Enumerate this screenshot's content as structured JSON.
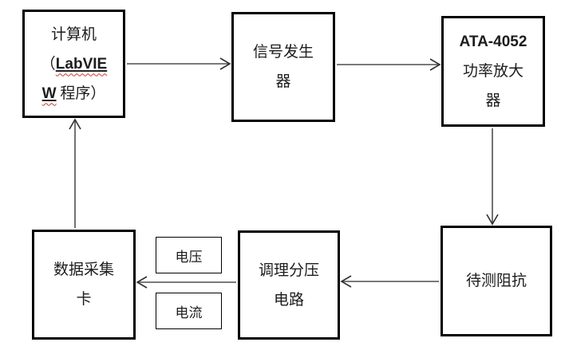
{
  "nodes": {
    "computer": {
      "line1": "计算机",
      "line2_open": "（",
      "line2_latin": "LabVIE",
      "line3_latin": "W",
      "line3_rest": " 程序）"
    },
    "signal_generator": {
      "line1": "信号发生",
      "line2": "器"
    },
    "power_amplifier": {
      "line1": "ATA-4052",
      "line2": "功率放大",
      "line3": "器"
    },
    "impedance_under_test": {
      "line1": "待测阻抗"
    },
    "conditioning_circuit": {
      "line1": "调理分压",
      "line2": "电路"
    },
    "daq_card": {
      "line1": "数据采集",
      "line2": "卡"
    },
    "voltage_tag": "电压",
    "current_tag": "电流"
  },
  "edges": [
    {
      "from": "computer",
      "to": "signal_generator"
    },
    {
      "from": "signal_generator",
      "to": "power_amplifier"
    },
    {
      "from": "power_amplifier",
      "to": "impedance_under_test"
    },
    {
      "from": "impedance_under_test",
      "to": "conditioning_circuit"
    },
    {
      "from": "conditioning_circuit",
      "to": "daq_card"
    },
    {
      "from": "daq_card",
      "to": "computer"
    }
  ],
  "colors": {
    "background": "#ffffff",
    "box_border": "#000000",
    "text": "#1c1c1c",
    "arrow": "#4f4f4f",
    "spellcheck_squiggle": "#c93a2a"
  }
}
